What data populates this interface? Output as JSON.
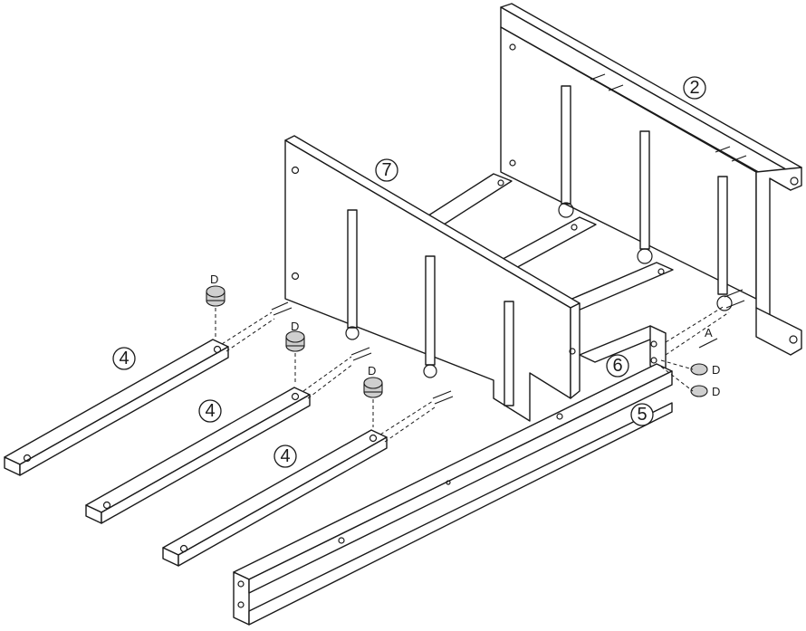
{
  "parts": {
    "p2": {
      "label": "2"
    },
    "p7": {
      "label": "7"
    },
    "p4a": {
      "label": "4"
    },
    "p4b": {
      "label": "4"
    },
    "p4c": {
      "label": "4"
    },
    "p6": {
      "label": "6"
    },
    "p5": {
      "label": "5"
    }
  },
  "hardware": {
    "d1": "D",
    "d2": "D",
    "d3": "D",
    "d4": "D",
    "d5": "D",
    "a1": "A"
  },
  "colors": {
    "line": "#1a1a1a",
    "fill": "#ffffff",
    "cam_fill": "#cfcfcf"
  }
}
